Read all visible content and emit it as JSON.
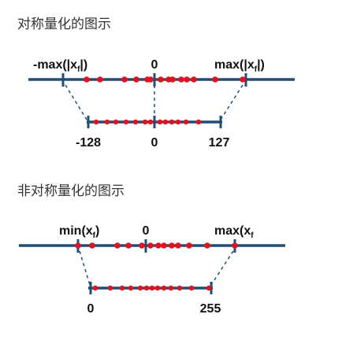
{
  "symmetric": {
    "title": "对称量化的图示",
    "top_left_label": "-max(|x",
    "top_right_label": "max(|x",
    "top_center_label": "0",
    "bottom_left_label": "-128",
    "bottom_center_label": "0",
    "bottom_right_label": "127"
  },
  "asymmetric": {
    "title": "非对称量化的图示",
    "top_left_label": "min(x",
    "top_right_label": "max(x",
    "top_center_label": "0",
    "bottom_left_label": "0",
    "bottom_right_label": "255"
  },
  "subscript_f": "f",
  "close_abs": "|)",
  "close_paren": ")",
  "colors": {
    "axis": "#1f4e79",
    "point": "#e8101a"
  }
}
